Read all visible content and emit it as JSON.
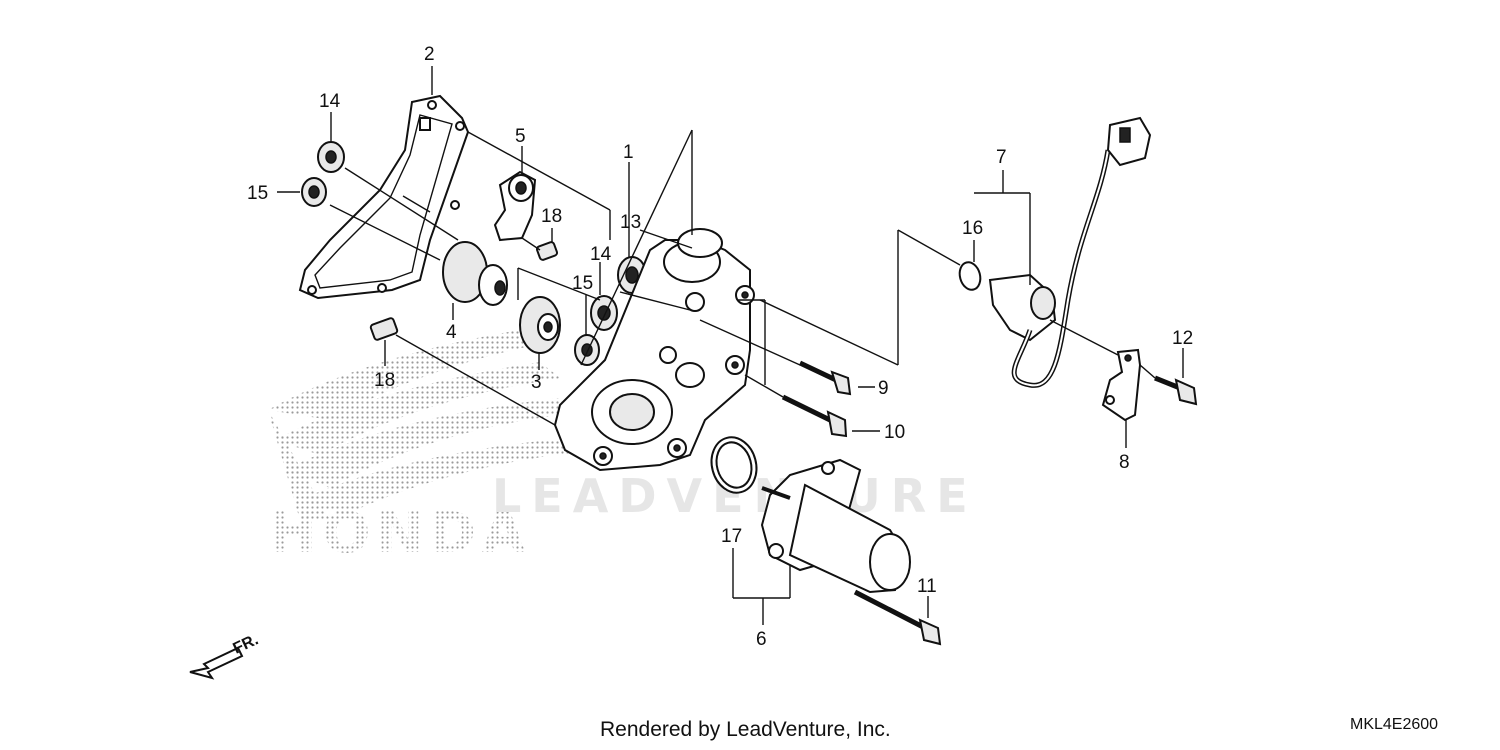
{
  "footer": {
    "credit": "Rendered by LeadVenture, Inc.",
    "diagram_code": "MKL4E2600"
  },
  "watermark": {
    "brand_text": "HONDA",
    "watermark_text": "LEADVENTURE"
  },
  "direction": {
    "label": "FR."
  },
  "callouts": {
    "c1": "1",
    "c2": "2",
    "c3": "3",
    "c4": "4",
    "c5": "5",
    "c6": "6",
    "c7": "7",
    "c8": "8",
    "c9": "9",
    "c10": "10",
    "c11": "11",
    "c12": "12",
    "c13": "13",
    "c14a": "14",
    "c14b": "14",
    "c15a": "15",
    "c15b": "15",
    "c16": "16",
    "c17": "17",
    "c18a": "18",
    "c18b": "18"
  }
}
